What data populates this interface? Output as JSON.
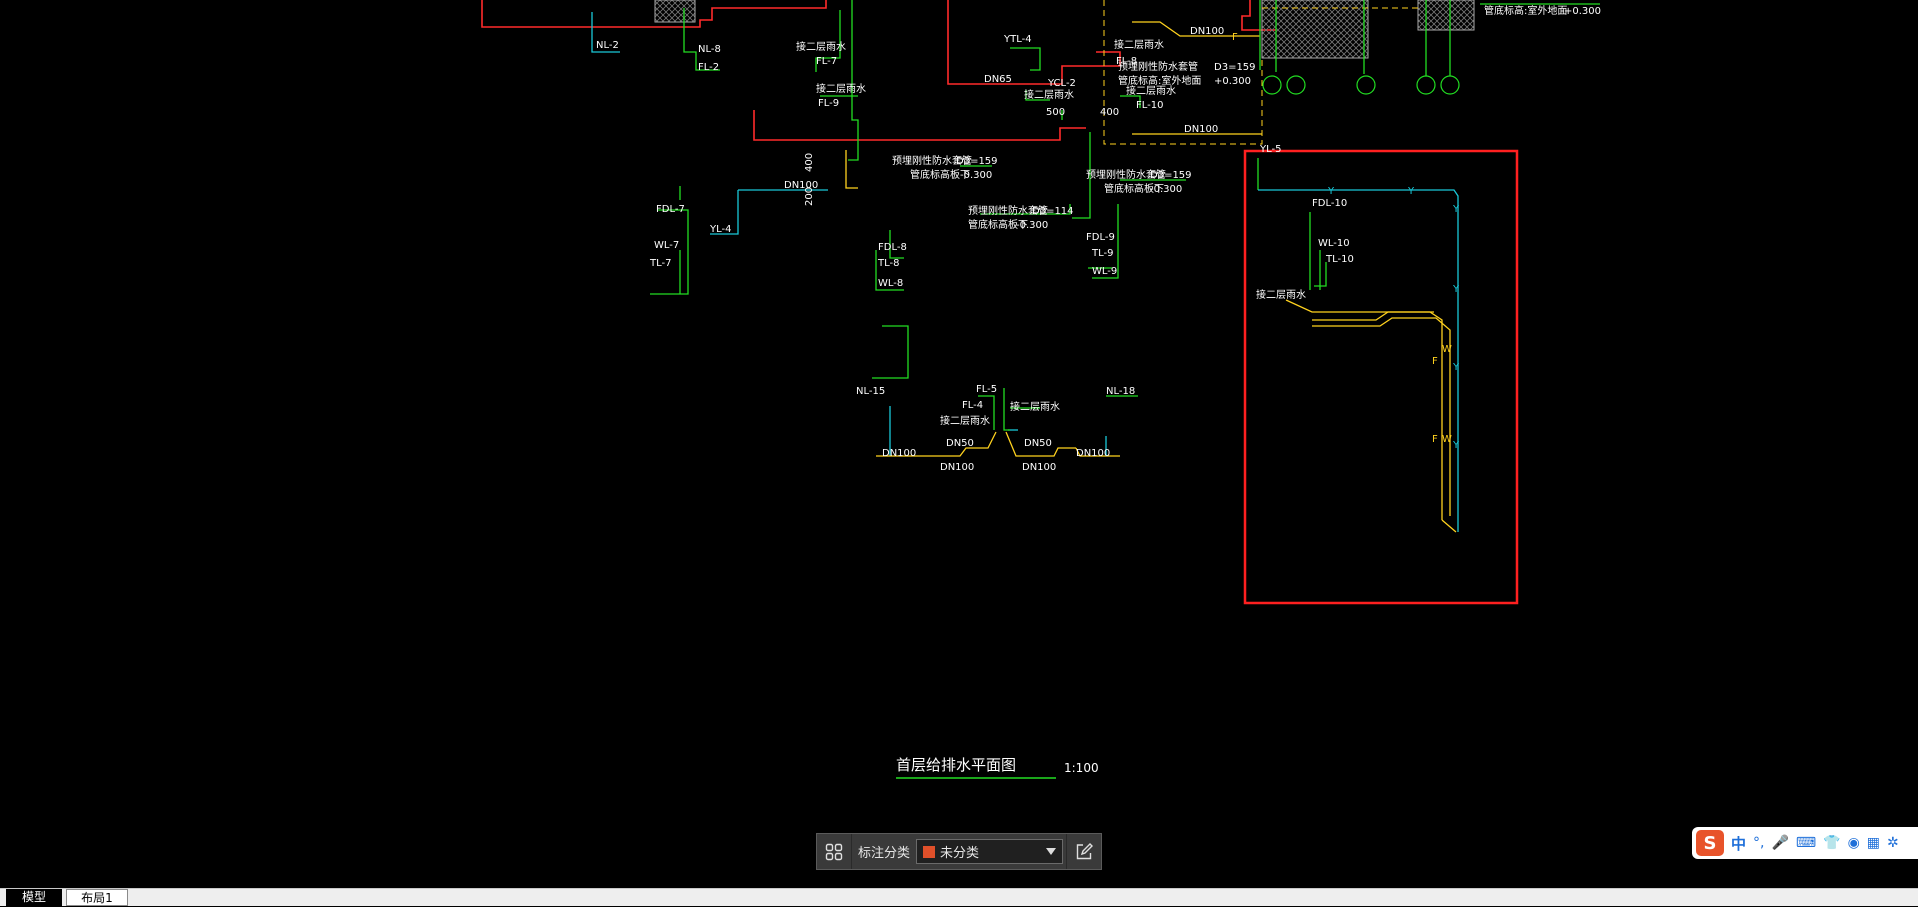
{
  "drawing": {
    "title": "首层给排水平面图",
    "scale": "1:100",
    "labels": {
      "nl2": "NL-2",
      "nl8": "NL-8",
      "fl2": "FL-2",
      "fl7": "FL-7",
      "second_floor_drain_a": "接二层雨水",
      "fl9": "FL-9",
      "ytl4": "YTL-4",
      "dn65": "DN65",
      "ycl2": "YCL-2",
      "second_floor_drain_b": "接二层雨水",
      "dim500": "500",
      "dim400": "400",
      "second_floor_drain_c": "接二层雨水",
      "fl8": "FL-8",
      "dn100_top": "DN100",
      "second_floor_drain_d": "接二层雨水",
      "fl10": "FL-10",
      "dn100_mid": "DN100",
      "pipe_note_a1": "预埋刚性防水套管",
      "pipe_note_a2": "管底标高:室外地面",
      "d159_a": "D3=159",
      "elev_a": "+0.300",
      "pipe_note_b1": "预埋刚性防水套管",
      "pipe_note_b2": "管底标高板下",
      "d159_b": "D3=159",
      "elev_b": "-0.300",
      "pipe_note_c1": "预埋刚性防水套管",
      "pipe_note_c2": "管底标高板下",
      "d114": "D3=114",
      "elev_c": "-0.300",
      "pipe_note_d1": "预埋刚性防水套管",
      "pipe_note_d2": "管底标高板下",
      "d159_d": "D3=159",
      "elev_d": "-0.300",
      "top_right_note": "管底标高:室外地面",
      "top_right_elev": "+0.300",
      "dim400b": "400",
      "dim200": "200",
      "dn100_left": "DN100",
      "fdl7": "FDL-7",
      "wl7": "WL-7",
      "tl7": "TL-7",
      "yl4": "YL-4",
      "fdl8": "FDL-8",
      "tl8": "TL-8",
      "wl8": "WL-8",
      "fdl9": "FDL-9",
      "tl9": "TL-9",
      "wl9": "WL-9",
      "nl15": "NL-15",
      "fl5": "FL-5",
      "fl4": "FL-4",
      "nl18": "NL-18",
      "second_floor_drain_e": "接二层雨水",
      "second_floor_drain_f": "接二层雨水",
      "dn50_a": "DN50",
      "dn50_b": "DN50",
      "dn100_a": "DN100",
      "dn100_b": "DN100",
      "dn100_c": "DN100",
      "dn100_d": "DN100",
      "yl5": "YL-5",
      "fdl10": "FDL-10",
      "wl10": "WL-10",
      "tl10": "TL-10",
      "second_floor_drain_g": "接二层雨水",
      "y": "Y",
      "f": "F",
      "w": "W"
    }
  },
  "toolbar": {
    "label": "标注分类",
    "selected": "未分类"
  },
  "tabs": {
    "model": "模型",
    "layout1": "布局1"
  },
  "ime": {
    "logo": "S",
    "mode": "中",
    "punct": "°,"
  },
  "colors": {
    "background": "#000000",
    "red": "#ff2a2a",
    "green": "#22dd22",
    "cyan": "#19c8d8",
    "yellow": "#ffd21e",
    "white": "#ffffff",
    "highlight_box": "#ff2020"
  },
  "icons": {
    "category_grid": "grid-icon",
    "edit": "edit-icon",
    "dropdown": "chevron-down-icon"
  }
}
